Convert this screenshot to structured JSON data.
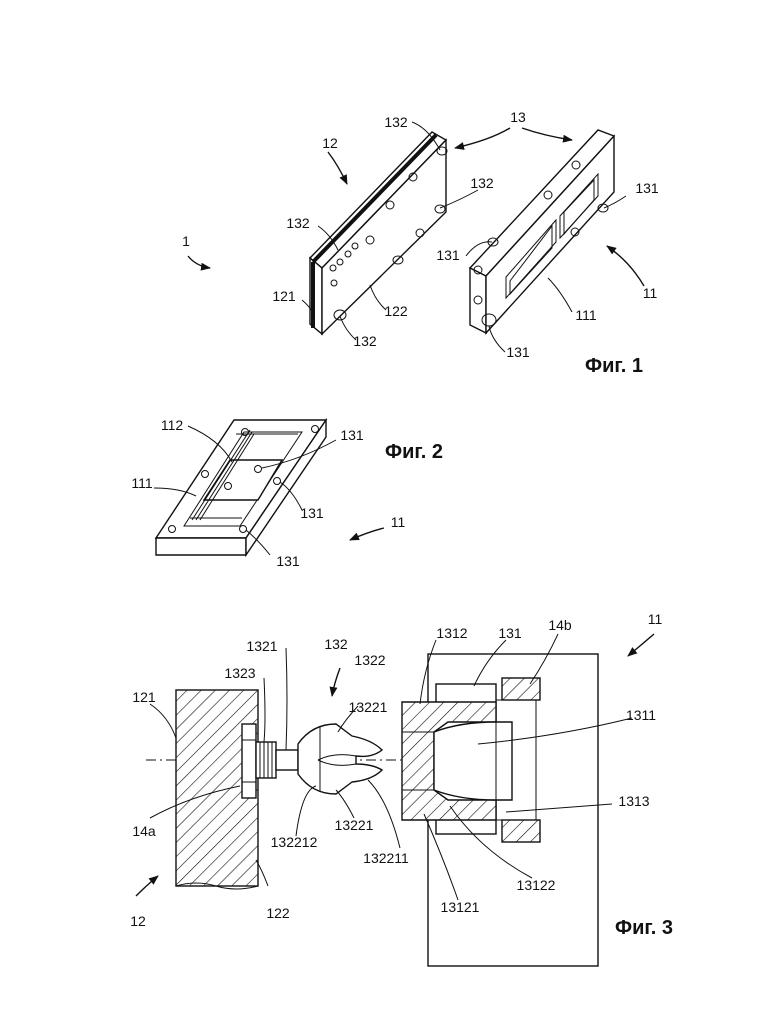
{
  "fig1": {
    "caption": "Фиг. 1",
    "labels": {
      "assembly": "1",
      "plate": "12",
      "plate_edge": "121",
      "plate_face": "122",
      "fasteners_group": "13",
      "fastener_top": "132",
      "fastener_right": "132",
      "fastener_left": "132",
      "fastener_bottom": "132",
      "frame": "11",
      "frame_opening": "111",
      "socket_top": "131",
      "socket_mid": "131",
      "socket_bottom": "131"
    }
  },
  "fig2": {
    "caption": "Фиг. 2",
    "labels": {
      "frame": "11",
      "opening": "111",
      "divider": "112",
      "socket_a": "131",
      "socket_b": "131",
      "socket_c": "131"
    }
  },
  "fig3": {
    "caption": "Фиг. 3",
    "labels": {
      "plate": "12",
      "plate_edge": "121",
      "plate_face": "122",
      "washer": "14a",
      "pin": "132",
      "shaft": "1321",
      "thread": "1323",
      "head": "1322",
      "head_part_top": "13221",
      "head_part_bottom": "13221",
      "head_tip": "132211",
      "head_base": "132212",
      "frame": "11",
      "socket": "131",
      "socket_body": "1312",
      "socket_cavity": "1311",
      "socket_groove": "1313",
      "socket_wall_a": "13121",
      "socket_wall_b": "13122",
      "insert": "14b"
    }
  }
}
